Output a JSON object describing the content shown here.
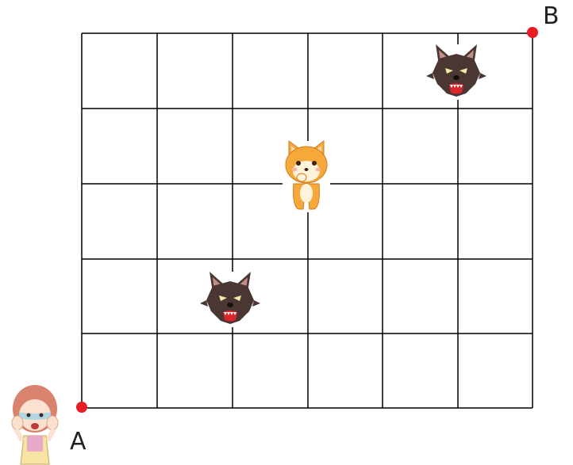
{
  "points": {
    "start": {
      "label": "A",
      "color": "#e81c24"
    },
    "end": {
      "label": "B",
      "color": "#e81c24"
    }
  },
  "grid": {
    "columns": 6,
    "rows": 5,
    "line_color": "#000000"
  },
  "characters": [
    {
      "icon": "wolf-icon"
    },
    {
      "icon": "shiba-dog-icon"
    },
    {
      "icon": "wolf-icon"
    },
    {
      "icon": "scared-girl-icon"
    }
  ]
}
